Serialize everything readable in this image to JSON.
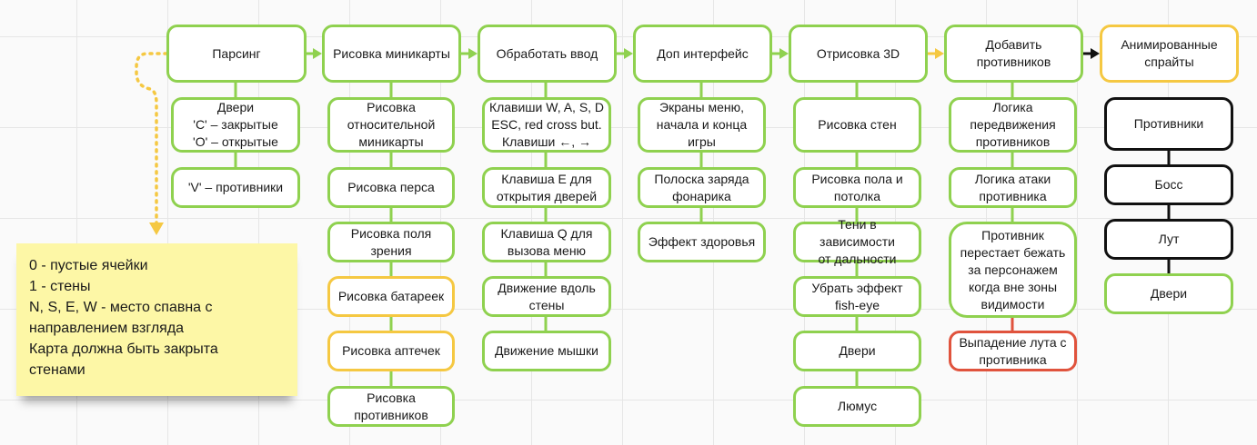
{
  "colors": {
    "green": "#8fd14f",
    "yellow": "#f5c842",
    "red": "#e0533d",
    "black": "#111111",
    "sticky": "#fdf7a6"
  },
  "header": {
    "parsing": "Парсинг",
    "minimap": "Рисовка миникарты",
    "input": "Обработать ввод",
    "ui": "Доп интерфейс",
    "render3d": "Отрисовка 3D",
    "enemies": "Добавить\nпротивников",
    "sprites": "Анимированные\nспрайты"
  },
  "columns": {
    "parsing": [
      "Двери\n'C' – закрытые\n'O' – открытые",
      "'V' – противники"
    ],
    "minimap": [
      "Рисовка\nотносительной\nминикарты",
      "Рисовка перса",
      "Рисовка поля\nзрения",
      "Рисовка батареек",
      "Рисовка аптечек",
      "Рисовка\nпротивников"
    ],
    "input": [
      "Клавиши W, A, S, D\nESC, red cross but.\nКлавиши ←, →",
      "Клавиша E для\nоткрытия дверей",
      "Клавиша Q для\nвызова меню",
      "Движение вдоль\nстены",
      "Движение мышки"
    ],
    "ui": [
      "Экраны меню,\nначала и конца\nигры",
      "Полоска заряда\nфонарика",
      "Эффект здоровья"
    ],
    "render3d": [
      "Рисовка стен",
      "Рисовка пола и\nпотолка",
      "Тени в зависимости\nот дальности",
      "Убрать эффект\nfish-eye",
      "Двери",
      "Люмус"
    ],
    "enemies": [
      "Логика\nпередвижения\nпротивников",
      "Логика атаки\nпротивника",
      "Противник\nперестает бежать\nза персонажем\nкогда вне зоны\nвидимости",
      "Выпадение лута с\nпротивника"
    ],
    "sprites": [
      "Противники",
      "Босс",
      "Лут",
      "Двери"
    ]
  },
  "sticky_note": {
    "lines": [
      "0 - пустые ячейки",
      "1 - стены",
      "N, S, E, W - место спавна с",
      "направлением взгляда",
      "Карта должна быть закрыта",
      "стенами"
    ]
  }
}
